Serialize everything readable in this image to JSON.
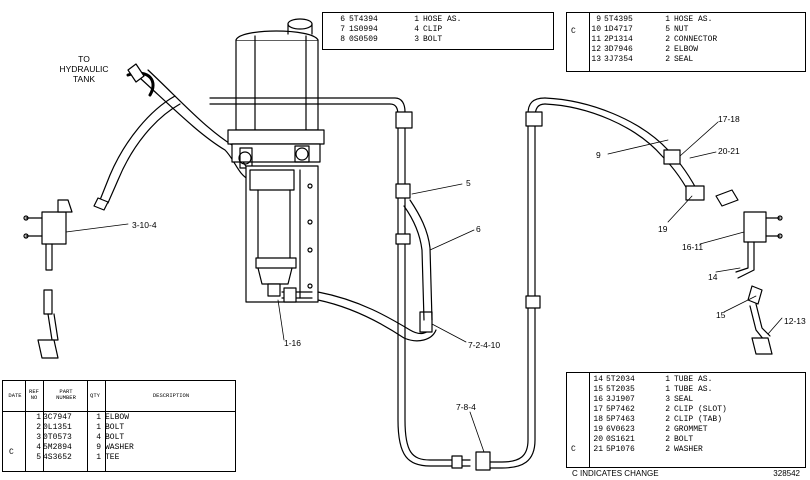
{
  "labels": {
    "to_hydraulic": [
      "TO",
      "HYDRAULIC",
      "TANK"
    ],
    "callouts": {
      "c_3_10_4": "3-10-4",
      "c_1_16": "1-16",
      "c_5": "5",
      "c_6": "6",
      "c_7_2_4_10": "7-2-4-10",
      "c_7_8_4": "7-8-4",
      "c_9": "9",
      "c_17_18": "17-18",
      "c_20_21": "20-21",
      "c_19": "19",
      "c_16_11": "16-11",
      "c_14": "14",
      "c_15": "15",
      "c_12_13": "12-13"
    },
    "drawing_number": "328542",
    "change_note": "C  INDICATES CHANGE"
  },
  "table_top_mid": [
    {
      "ref": "6",
      "part": "5T4394",
      "qty": "1",
      "desc": "HOSE AS."
    },
    {
      "ref": "7",
      "part": "1S0994",
      "qty": "4",
      "desc": "CLIP"
    },
    {
      "ref": "8",
      "part": "0S0509",
      "qty": "3",
      "desc": "BOLT"
    }
  ],
  "table_top_right": {
    "change_mark": "C",
    "rows": [
      {
        "ref": "9",
        "part": "5T4395",
        "qty": "1",
        "desc": "HOSE AS."
      },
      {
        "ref": "10",
        "part": "1D4717",
        "qty": "5",
        "desc": "NUT"
      },
      {
        "ref": "11",
        "part": "2P1314",
        "qty": "2",
        "desc": "CONNECTOR"
      },
      {
        "ref": "12",
        "part": "3D7946",
        "qty": "2",
        "desc": "ELBOW"
      },
      {
        "ref": "13",
        "part": "3J7354",
        "qty": "2",
        "desc": "SEAL"
      }
    ]
  },
  "table_bottom_left": {
    "headers": {
      "date": "DATE",
      "ref": "REF NO",
      "part": "PART NUMBER",
      "qty": "QTY",
      "desc": "DESCRIPTION"
    },
    "change_mark": "C",
    "rows": [
      {
        "ref": "1",
        "part": "3C7947",
        "qty": "1",
        "desc": "ELBOW"
      },
      {
        "ref": "2",
        "part": "0L1351",
        "qty": "1",
        "desc": "BOLT"
      },
      {
        "ref": "3",
        "part": "0T0573",
        "qty": "4",
        "desc": "BOLT"
      },
      {
        "ref": "4",
        "part": "5M2894",
        "qty": "9",
        "desc": "WASHER"
      },
      {
        "ref": "5",
        "part": "4S3652",
        "qty": "1",
        "desc": "TEE"
      }
    ]
  },
  "table_bottom_right": {
    "change_mark": "C",
    "rows": [
      {
        "ref": "14",
        "part": "5T2034",
        "qty": "1",
        "desc": "TUBE AS."
      },
      {
        "ref": "15",
        "part": "5T2035",
        "qty": "1",
        "desc": "TUBE AS."
      },
      {
        "ref": "16",
        "part": "3J1907",
        "qty": "3",
        "desc": "SEAL"
      },
      {
        "ref": "17",
        "part": "5P7462",
        "qty": "2",
        "desc": "CLIP (SLOT)"
      },
      {
        "ref": "18",
        "part": "5P7463",
        "qty": "2",
        "desc": "CLIP (TAB)"
      },
      {
        "ref": "19",
        "part": "6V0623",
        "qty": "2",
        "desc": "GROMMET"
      },
      {
        "ref": "20",
        "part": "0S1621",
        "qty": "2",
        "desc": "BOLT"
      },
      {
        "ref": "21",
        "part": "5P1076",
        "qty": "2",
        "desc": "WASHER"
      }
    ]
  }
}
